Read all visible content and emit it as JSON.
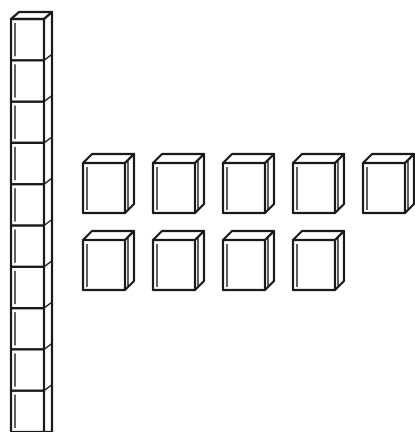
{
  "figure": {
    "rod": {
      "unit_cubes": 10
    },
    "cube_rows": [
      {
        "count": 5
      },
      {
        "count": 4
      }
    ],
    "total_single_cubes": 9,
    "colors": {
      "line": "#1a1a1a",
      "background": "#ffffff",
      "face": "#ffffff"
    }
  }
}
